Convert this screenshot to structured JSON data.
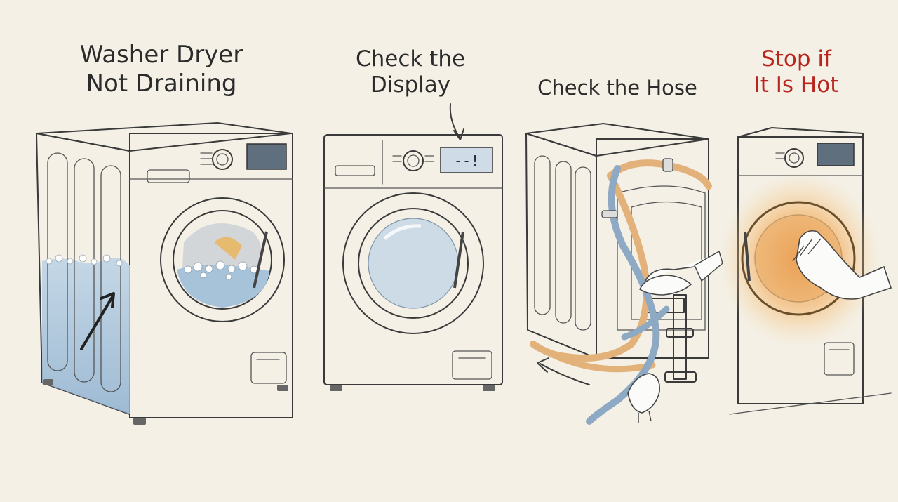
{
  "panels": [
    {
      "id": "not-draining",
      "title_lines": [
        "Washer Dryer",
        "Not Draining"
      ]
    },
    {
      "id": "display",
      "title_lines": [
        "Check the",
        "Display"
      ],
      "display_text": "--!"
    },
    {
      "id": "hose",
      "title_lines": [
        "Check the Hose"
      ]
    },
    {
      "id": "hot",
      "title_lines": [
        "Stop if",
        "It Is Hot"
      ]
    }
  ],
  "colors": {
    "background": "#f4f0e6",
    "title": "#2b2b2b",
    "warning_title": "#b8261e",
    "water": "#9dbcd8",
    "hose_orange": "#e2b27a",
    "hose_blue": "#8ea9c4",
    "heat": "#f0a24a"
  }
}
